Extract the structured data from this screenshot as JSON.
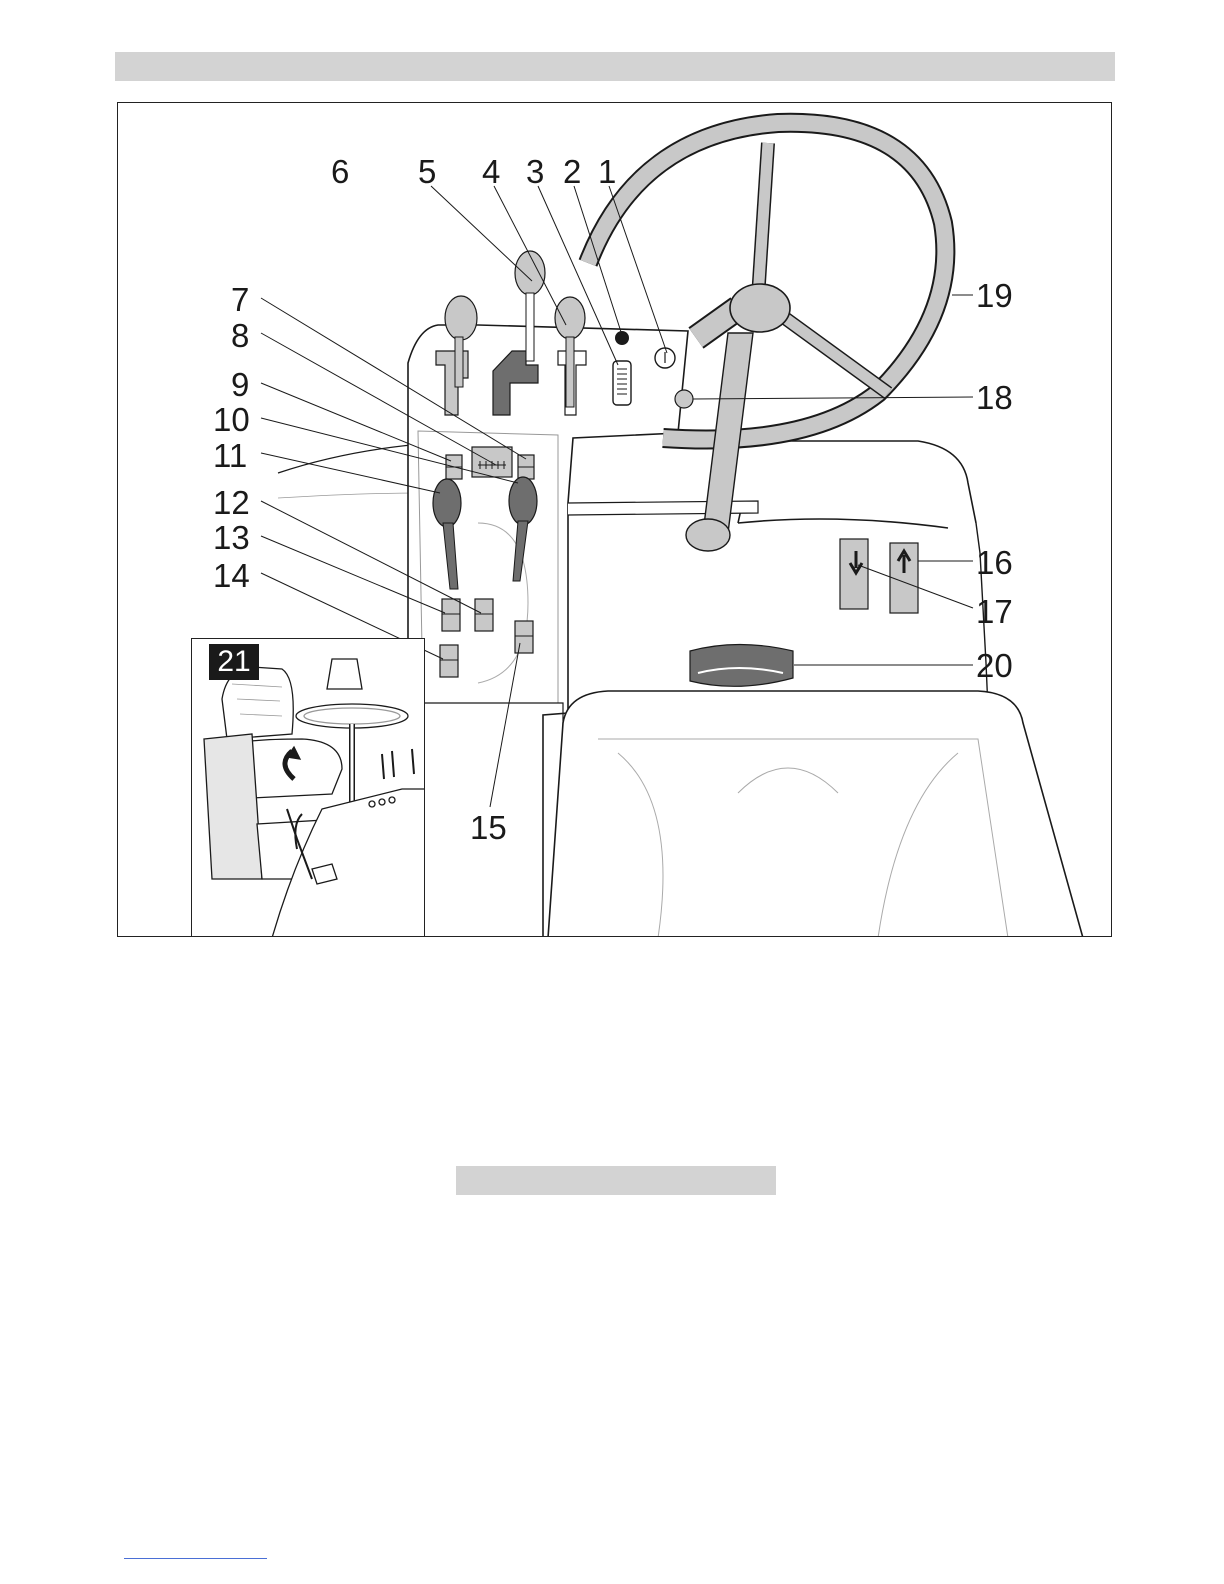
{
  "figure": {
    "callouts": {
      "c1": "1",
      "c2": "2",
      "c3": "3",
      "c4": "4",
      "c5": "5",
      "c6": "6",
      "c7": "7",
      "c8": "8",
      "c9": "9",
      "c10": "10",
      "c11": "11",
      "c12": "12",
      "c13": "13",
      "c14": "14",
      "c15": "15",
      "c16": "16",
      "c17": "17",
      "c18": "18",
      "c19": "19",
      "c20": "20"
    },
    "inset_label": "21"
  },
  "colors": {
    "header_bar": "#d3d3d3",
    "line": "#1a1a1a",
    "light_fill": "#c8c8c8",
    "dark_fill": "#6e6e6e",
    "footer_rule": "#4a6fd6"
  }
}
